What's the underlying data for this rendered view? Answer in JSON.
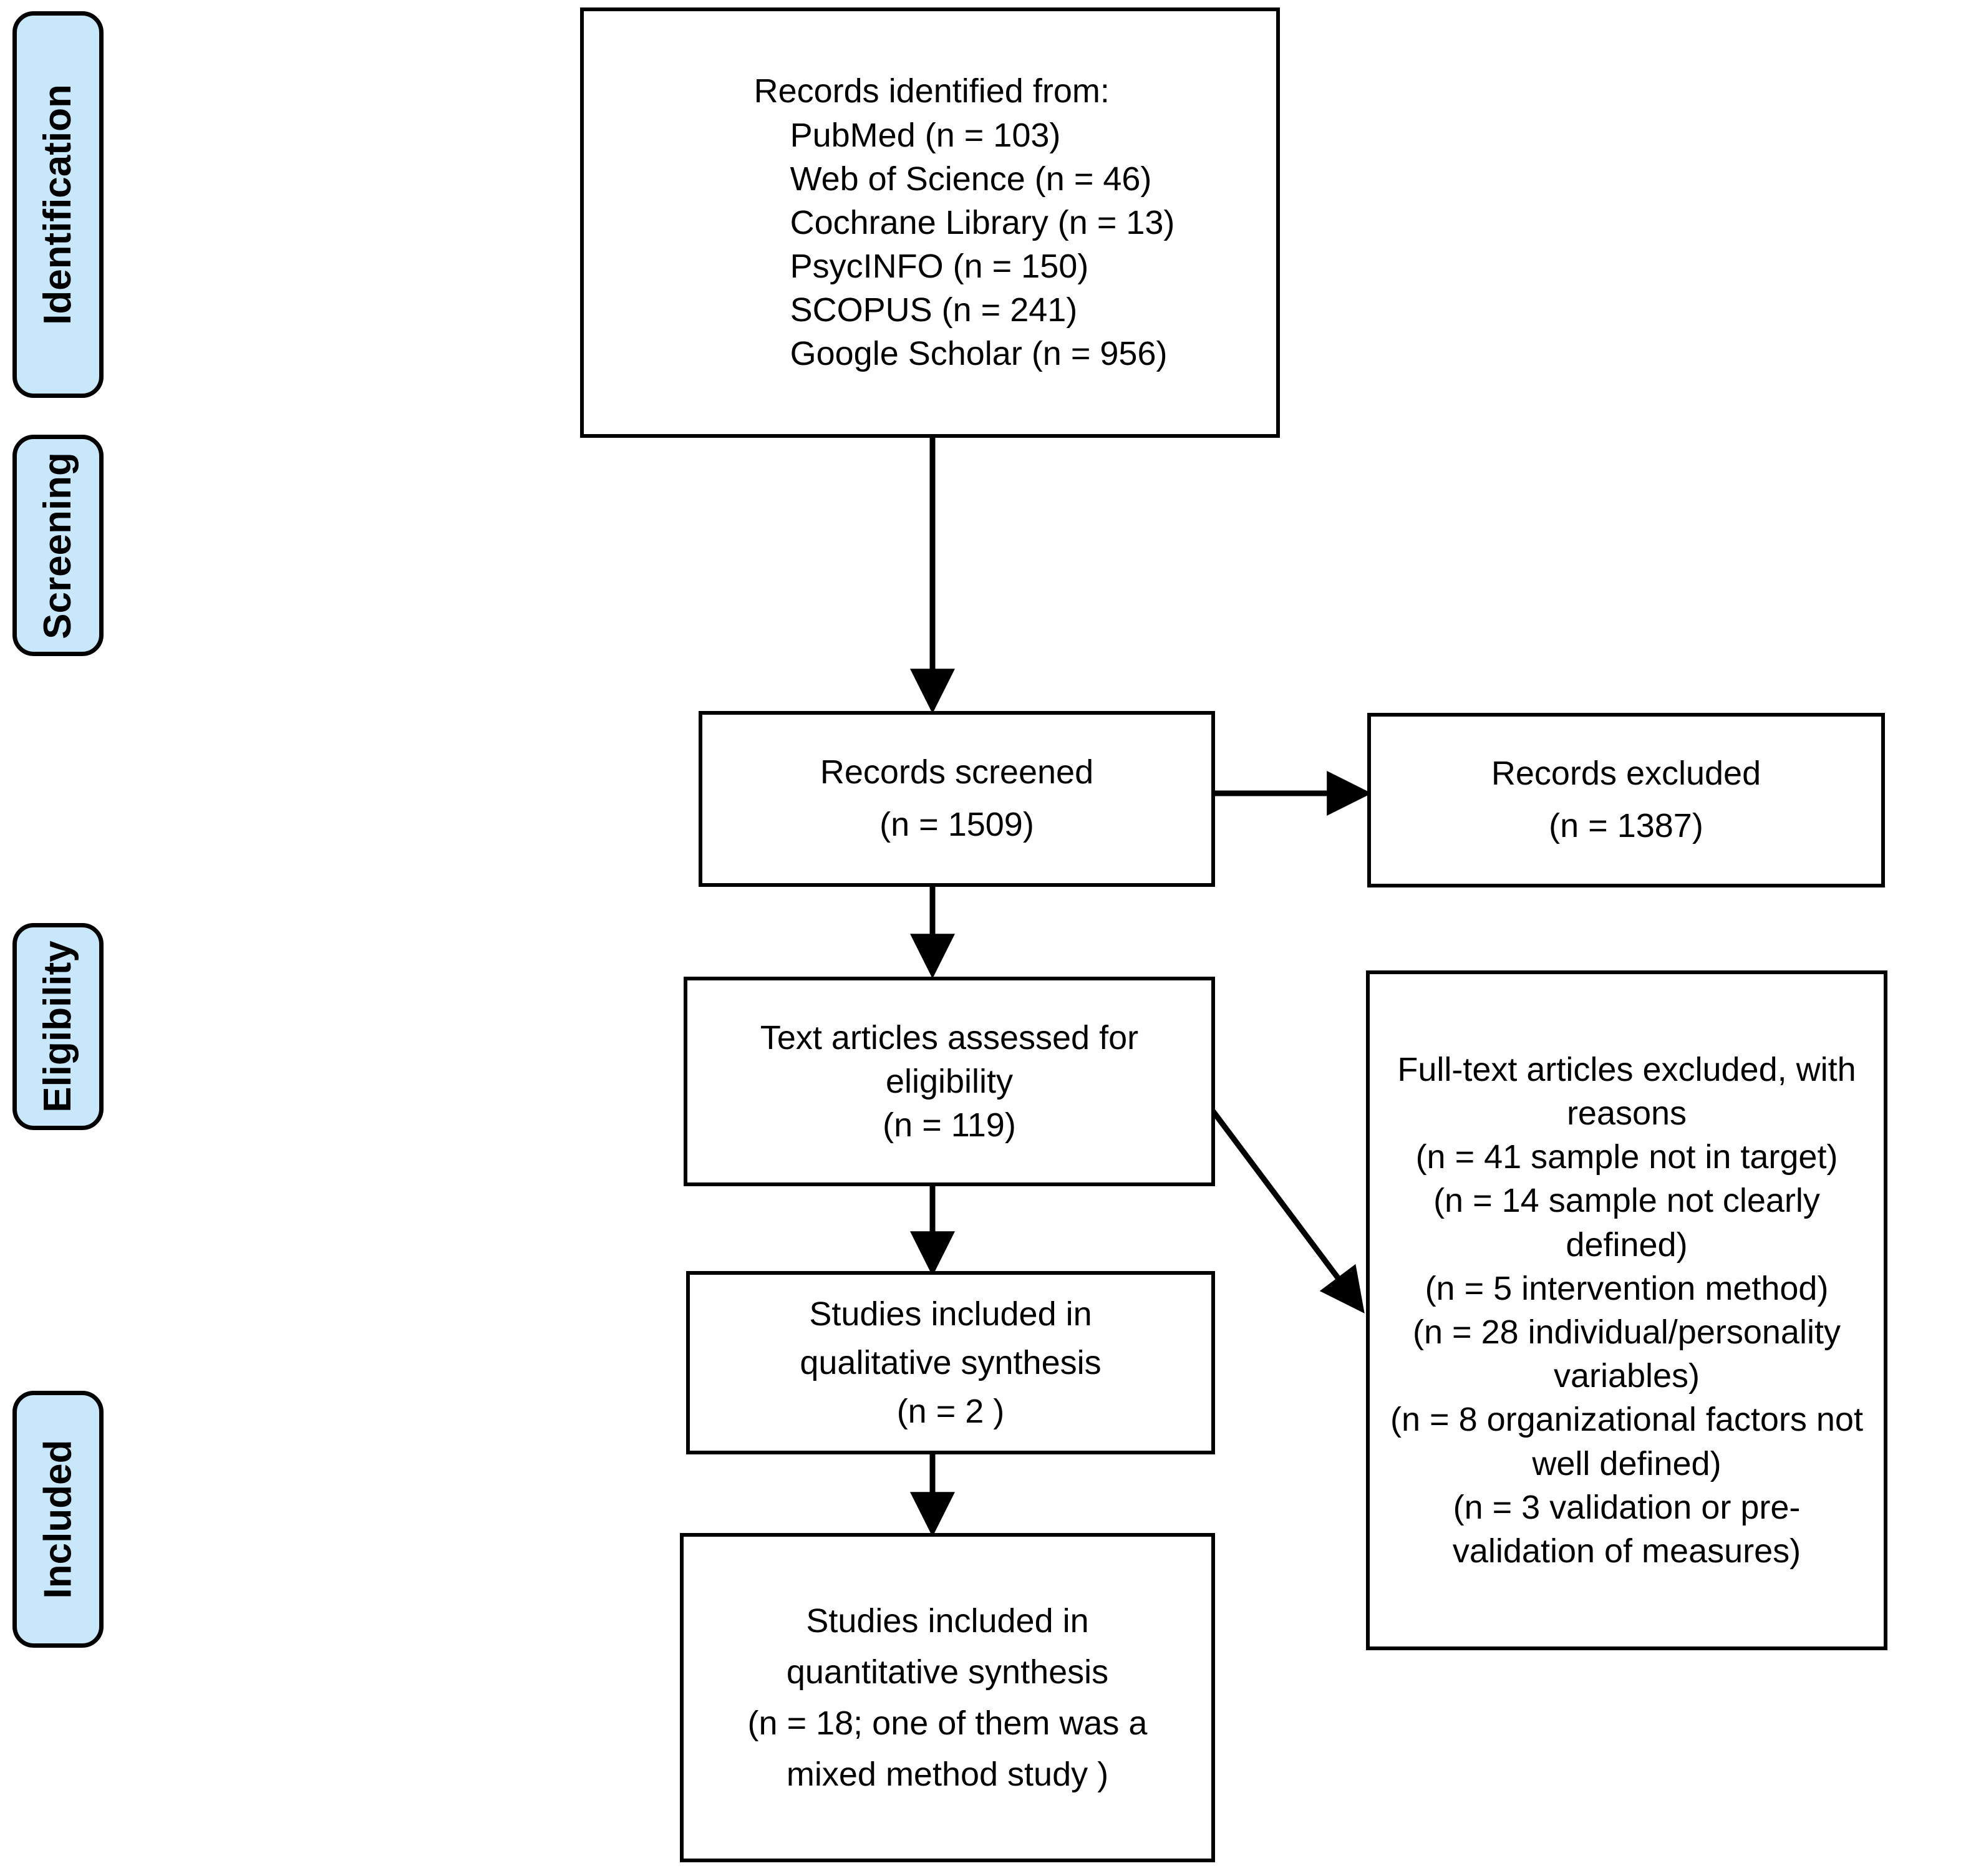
{
  "colors": {
    "stage_fill": "#c8e7fb",
    "stroke": "#000000",
    "box_fill": "#ffffff"
  },
  "stages": [
    {
      "label": "Identification"
    },
    {
      "label": "Screening"
    },
    {
      "label": "Eligibility"
    },
    {
      "label": "Included"
    }
  ],
  "boxes": {
    "identified": {
      "heading": "Records identified from:",
      "sources": [
        "PubMed (n = 103)",
        "Web of Science (n = 46)",
        "Cochrane Library (n = 13)",
        "PsycINFO (n = 150)",
        "SCOPUS (n = 241)",
        "Google Scholar (n = 956)"
      ]
    },
    "screened": {
      "line1": "Records screened",
      "line2": "(n =  1509)"
    },
    "records_excluded": {
      "line1": "Records excluded",
      "line2": "(n =  1387)"
    },
    "eligibility": {
      "line1": "Text articles assessed for",
      "line2": "eligibility",
      "line3": "(n =  119)"
    },
    "fulltext_excluded": {
      "line1": "Full-text articles excluded, with",
      "line2": "reasons",
      "line3": "(n =  41 sample not in target)",
      "line4": "(n = 14 sample not clearly",
      "line5": "defined)",
      "line6": "(n = 5 intervention method)",
      "line7": "(n = 28 individual/personality",
      "line8": "variables)",
      "line9": "(n = 8 organizational factors not",
      "line10": "well defined)",
      "line11": "(n = 3 validation or pre-",
      "line12": "validation of measures)"
    },
    "qualitative": {
      "line1": "Studies included in",
      "line2": "qualitative synthesis",
      "line3": "(n =  2 )"
    },
    "quantitative": {
      "line1": "Studies included in",
      "line2": "quantitative synthesis",
      "line3": "(n =  18; one of them was a",
      "line4": "mixed method study )"
    }
  },
  "chart_data": {
    "type": "diagram",
    "title": "PRISMA flow diagram",
    "nodes": [
      {
        "id": "identified",
        "stage": "Identification",
        "total": 1509,
        "sources": {
          "PubMed": 103,
          "Web of Science": 46,
          "Cochrane Library": 13,
          "PsycINFO": 150,
          "SCOPUS": 241,
          "Google Scholar": 956
        }
      },
      {
        "id": "screened",
        "stage": "Screening",
        "n": 1509
      },
      {
        "id": "records_excluded",
        "stage": "Screening",
        "n": 1387
      },
      {
        "id": "eligibility",
        "stage": "Eligibility",
        "n": 119
      },
      {
        "id": "fulltext_excluded",
        "stage": "Eligibility",
        "reasons": {
          "sample not in target": 41,
          "sample not clearly defined": 14,
          "intervention method": 5,
          "individual/personality variables": 28,
          "organizational factors not well defined": 8,
          "validation or pre-validation of measures": 3
        }
      },
      {
        "id": "qualitative",
        "stage": "Included",
        "n": 2
      },
      {
        "id": "quantitative",
        "stage": "Included",
        "n": 18
      }
    ],
    "edges": [
      {
        "from": "identified",
        "to": "screened"
      },
      {
        "from": "screened",
        "to": "records_excluded"
      },
      {
        "from": "screened",
        "to": "eligibility"
      },
      {
        "from": "eligibility",
        "to": "fulltext_excluded"
      },
      {
        "from": "eligibility",
        "to": "qualitative"
      },
      {
        "from": "qualitative",
        "to": "quantitative"
      }
    ]
  }
}
